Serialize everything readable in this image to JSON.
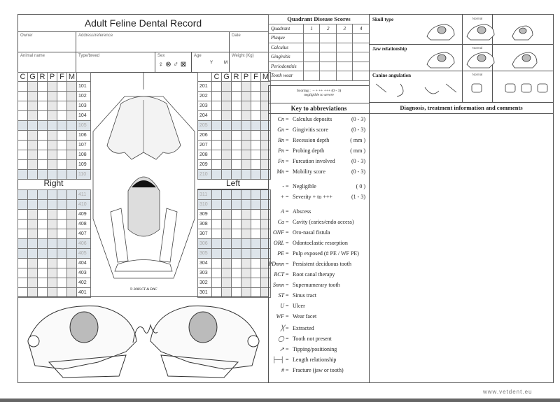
{
  "title": "Adult Feline Dental Record",
  "fields": {
    "owner": "Owner",
    "address": "Address/reference",
    "date": "Date",
    "animal_name": "Animal name",
    "type_breed": "Type/breed",
    "sex": "Sex",
    "sex_symbols": "♀ ⊗ ♂ ⊠",
    "age": "Age",
    "age_y": "Y",
    "age_m": "M",
    "weight": "Weight (Kg)"
  },
  "chart": {
    "columns": [
      "C",
      "G",
      "R",
      "P",
      "F",
      "M"
    ],
    "right_label": "Right",
    "left_label": "Left",
    "upper_right": [
      "101",
      "102",
      "103",
      "104",
      "105",
      "106",
      "107",
      "108",
      "109",
      "110"
    ],
    "upper_left": [
      "201",
      "202",
      "203",
      "204",
      "205",
      "206",
      "207",
      "208",
      "209",
      "210"
    ],
    "lower_right": [
      "411",
      "410",
      "409",
      "408",
      "407",
      "406",
      "405",
      "404",
      "403",
      "402",
      "401"
    ],
    "lower_left": [
      "311",
      "310",
      "309",
      "308",
      "307",
      "306",
      "305",
      "304",
      "303",
      "302",
      "301"
    ],
    "greyed": [
      "105",
      "110",
      "205",
      "210",
      "411",
      "410",
      "311",
      "310",
      "406",
      "405",
      "306",
      "305"
    ],
    "copyright": "© 2006 CT & DAC"
  },
  "quadrant": {
    "title": "Quadrant Disease Scores",
    "header": "Quadrant",
    "cols": [
      "1",
      "2",
      "3",
      "4"
    ],
    "rows": [
      "Plaque",
      "Calculus",
      "Gingivitis",
      "Periodontitis",
      "Tooth wear"
    ],
    "scoring_label": "Scoring :",
    "scoring_marks": "–    +    ++    +++    (0 - 3)",
    "scoring_words": "negligible   to   severe"
  },
  "key_title": "Key to abbreviations",
  "abbreviations": [
    {
      "k": "Cn",
      "t": "Calculus deposits",
      "r": "(0 - 3)"
    },
    {
      "k": "Gn",
      "t": "Gingivitis score",
      "r": "(0 - 3)"
    },
    {
      "k": "Rn",
      "t": "Recession depth",
      "r": "( mm )"
    },
    {
      "k": "Pn",
      "t": "Probing depth",
      "r": "( mm )"
    },
    {
      "k": "Fn",
      "t": "Furcation involved",
      "r": "(0 - 3)"
    },
    {
      "k": "Mn",
      "t": "Mobility score",
      "r": "(0 - 3)"
    },
    {
      "k": "-",
      "t": "Negligible",
      "r": "( 0 )"
    },
    {
      "k": "+",
      "t": "Severity + to +++",
      "r": "(1 - 3)"
    },
    {
      "k": "A",
      "t": "Abscess",
      "r": ""
    },
    {
      "k": "Ca",
      "t": "Cavity (caries/endo access)",
      "r": ""
    },
    {
      "k": "ONF",
      "t": "Oro-nasal fistula",
      "r": ""
    },
    {
      "k": "ORL",
      "t": "Odontoclastic resorption",
      "r": ""
    },
    {
      "k": "PE",
      "t": "Pulp exposed (# PE / WF PE)",
      "r": ""
    },
    {
      "k": "PDnnn",
      "t": "Persistent deciduous tooth",
      "r": ""
    },
    {
      "k": "RCT",
      "t": "Root canal therapy",
      "r": ""
    },
    {
      "k": "Snnn",
      "t": "Supernumerary tooth",
      "r": ""
    },
    {
      "k": "ST",
      "t": "Sinus tract",
      "r": ""
    },
    {
      "k": "U",
      "t": "Ulcer",
      "r": ""
    },
    {
      "k": "WF",
      "t": "Wear facet",
      "r": ""
    },
    {
      "k": "╳",
      "t": "Extracted",
      "r": ""
    },
    {
      "k": "◯",
      "t": "Tooth not present",
      "r": ""
    },
    {
      "k": "➚",
      "t": "Tipping/positioning",
      "r": ""
    },
    {
      "k": "├─┤",
      "t": "Length relationship",
      "r": ""
    },
    {
      "k": "#",
      "t": "Fracture (jaw or tooth)",
      "r": ""
    }
  ],
  "right": {
    "skull_type": "Skull type",
    "jaw_relationship": "Jaw relationship",
    "canine_angulation": "Canine angulation",
    "normal": "Normal",
    "diagnosis_title": "Diagnosis, treatment information and comments"
  },
  "footer": "www.vetdent.eu"
}
